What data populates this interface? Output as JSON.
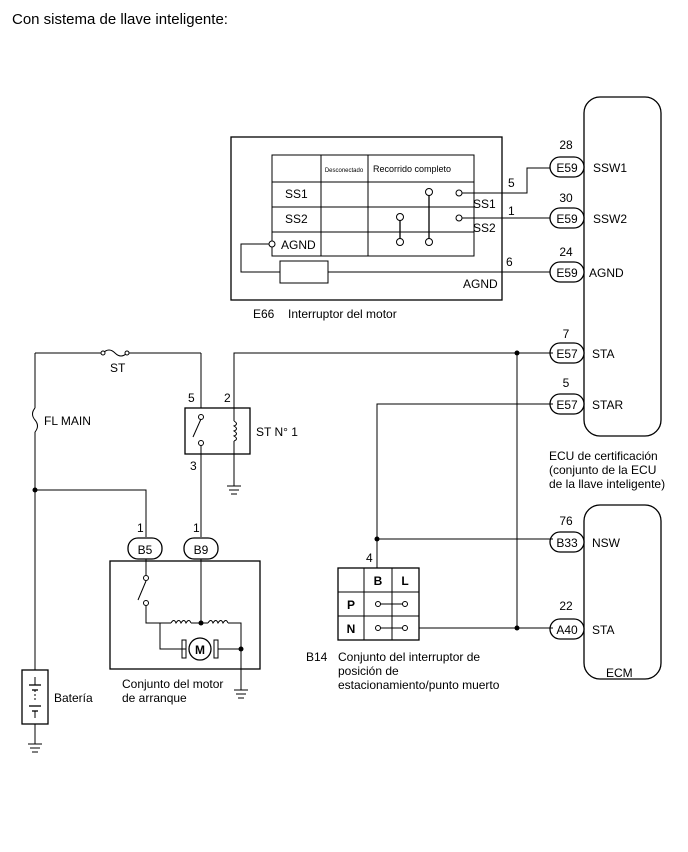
{
  "title": "Con sistema de llave inteligente:",
  "engine_switch": {
    "code": "E66",
    "name": "Interruptor del motor",
    "table_col_off": "Desconectado",
    "table_col_full": "Recorrido completo",
    "rows": [
      "SS1",
      "SS2",
      "AGND"
    ],
    "pin_ss1": "SS1",
    "pin_ss2": "SS2",
    "pin_agnd": "AGND"
  },
  "ecu_cert": {
    "label_lines": [
      "ECU de certificación",
      "(conjunto de la ECU",
      "de la llave inteligente)"
    ],
    "connectors": [
      {
        "pin": "28",
        "conn": "E59",
        "signal": "SSW1"
      },
      {
        "pin": "30",
        "conn": "E59",
        "signal": "SSW2"
      },
      {
        "pin": "24",
        "conn": "E59",
        "signal": "AGND"
      },
      {
        "pin": "7",
        "conn": "E57",
        "signal": "STA"
      },
      {
        "pin": "5",
        "conn": "E57",
        "signal": "STAR"
      }
    ]
  },
  "wire_pins": {
    "ss1": "5",
    "ss2": "1",
    "agnd": "6"
  },
  "ecm": {
    "label": "ECM",
    "connectors": [
      {
        "pin": "76",
        "conn": "B33",
        "signal": "NSW"
      },
      {
        "pin": "22",
        "conn": "A40",
        "signal": "STA"
      }
    ]
  },
  "fuses": {
    "st": "ST",
    "fl_main": "FL MAIN"
  },
  "relay": {
    "name": "ST N° 1",
    "pin_5": "5",
    "pin_2": "2",
    "pin_3": "3"
  },
  "starter": {
    "name_lines": [
      "Conjunto del motor",
      "de arranque"
    ],
    "conn_b5": "B5",
    "conn_b9": "B9",
    "pin_b5": "1",
    "pin_b9": "1",
    "motor": "M"
  },
  "battery": {
    "label": "Batería"
  },
  "park_neutral": {
    "code": "B14",
    "name_lines": [
      "Conjunto del interruptor de",
      "posición de",
      "estacionamiento/punto muerto"
    ],
    "pin": "4",
    "cols": [
      "B",
      "L"
    ],
    "rows": [
      "P",
      "N"
    ]
  }
}
